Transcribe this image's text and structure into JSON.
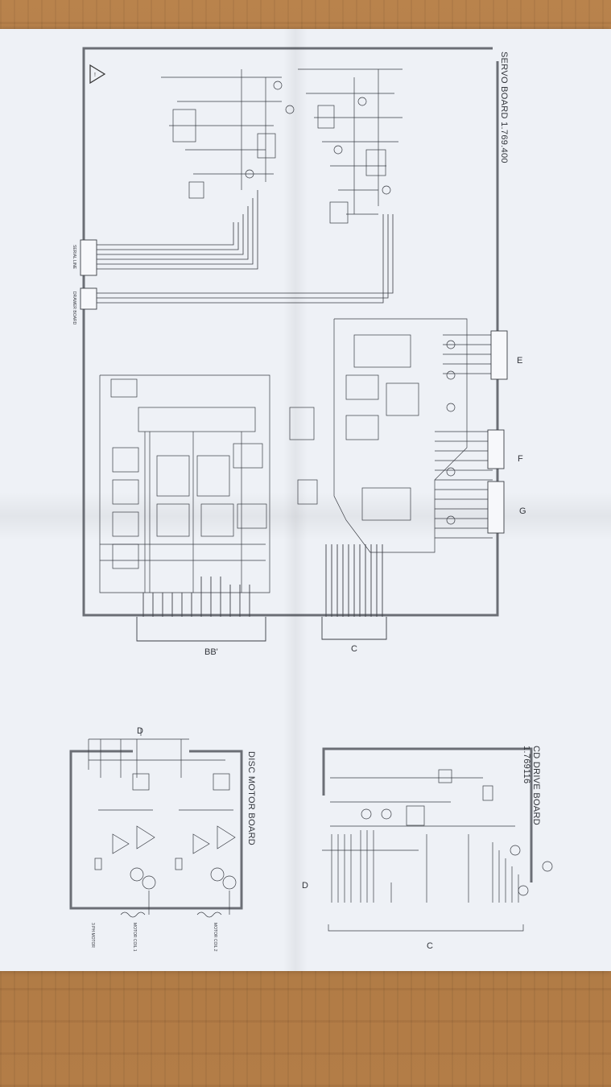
{
  "sheet": {
    "boards": {
      "servo": "SERVO BOARD 1.769.400",
      "cd_drive_line1": "CD DRIVE BOARD",
      "cd_drive_line2": "1.769116",
      "disc_motor": "DISC MOTOR BOARD"
    },
    "connectors": {
      "e": "E",
      "f": "F",
      "g": "G",
      "bb": "BB'",
      "c_servo": "C",
      "c_drive": "C",
      "d_motor": "D",
      "d_drive": "D"
    },
    "servo_labels": {
      "serial_line": "SERIAL LINE",
      "drawer_board": "DRAWER BOARD"
    },
    "disc_motor_labels": {
      "motor_1": "MOTOR COIL 1",
      "motor_2": "MOTOR COIL 2",
      "motor_3": "3 PH MOTOR"
    }
  }
}
